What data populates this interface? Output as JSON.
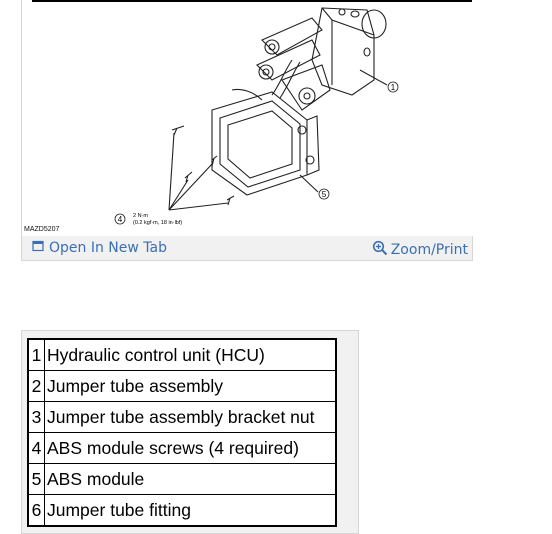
{
  "figure": {
    "figure_id": "MAZD5207",
    "callouts": [
      "1",
      "4",
      "5"
    ],
    "torque_spec": {
      "line1": "2 N·m",
      "line2": "(0.2 kgf·m, 18 in·lbf)"
    },
    "open_link_label": "Open In New Tab",
    "zoom_link_label": "Zoom/Print"
  },
  "legend": {
    "rows": [
      {
        "num": "1",
        "desc": "Hydraulic control unit (HCU)"
      },
      {
        "num": "2",
        "desc": "Jumper tube assembly"
      },
      {
        "num": "3",
        "desc": "Jumper tube assembly bracket nut"
      },
      {
        "num": "4",
        "desc": "ABS module screws (4 required)"
      },
      {
        "num": "5",
        "desc": "ABS module"
      },
      {
        "num": "6",
        "desc": "Jumper tube fitting"
      }
    ]
  }
}
